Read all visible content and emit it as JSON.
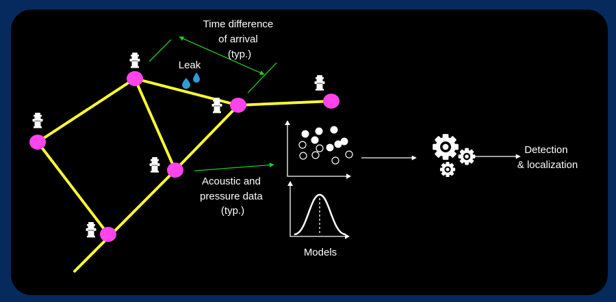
{
  "labels": {
    "tdoa": [
      "Time difference",
      "of arrival",
      "(typ.)"
    ],
    "leak": "Leak",
    "acoustic": [
      "Acoustic and",
      "pressure data",
      "(typ.)"
    ],
    "models": "Models",
    "output": [
      "Detection",
      "& localization"
    ]
  },
  "colors": {
    "background": "#062a5c",
    "panel": "#000000",
    "pipe": "#ffff33",
    "node": "#ff44ee",
    "arrow": "#22cc22",
    "leak_drop": "#2f9bd8"
  },
  "icons": {
    "hydrant": "fire-hydrant-icon",
    "drop": "water-drop-icon",
    "gears": "gears-icon"
  }
}
